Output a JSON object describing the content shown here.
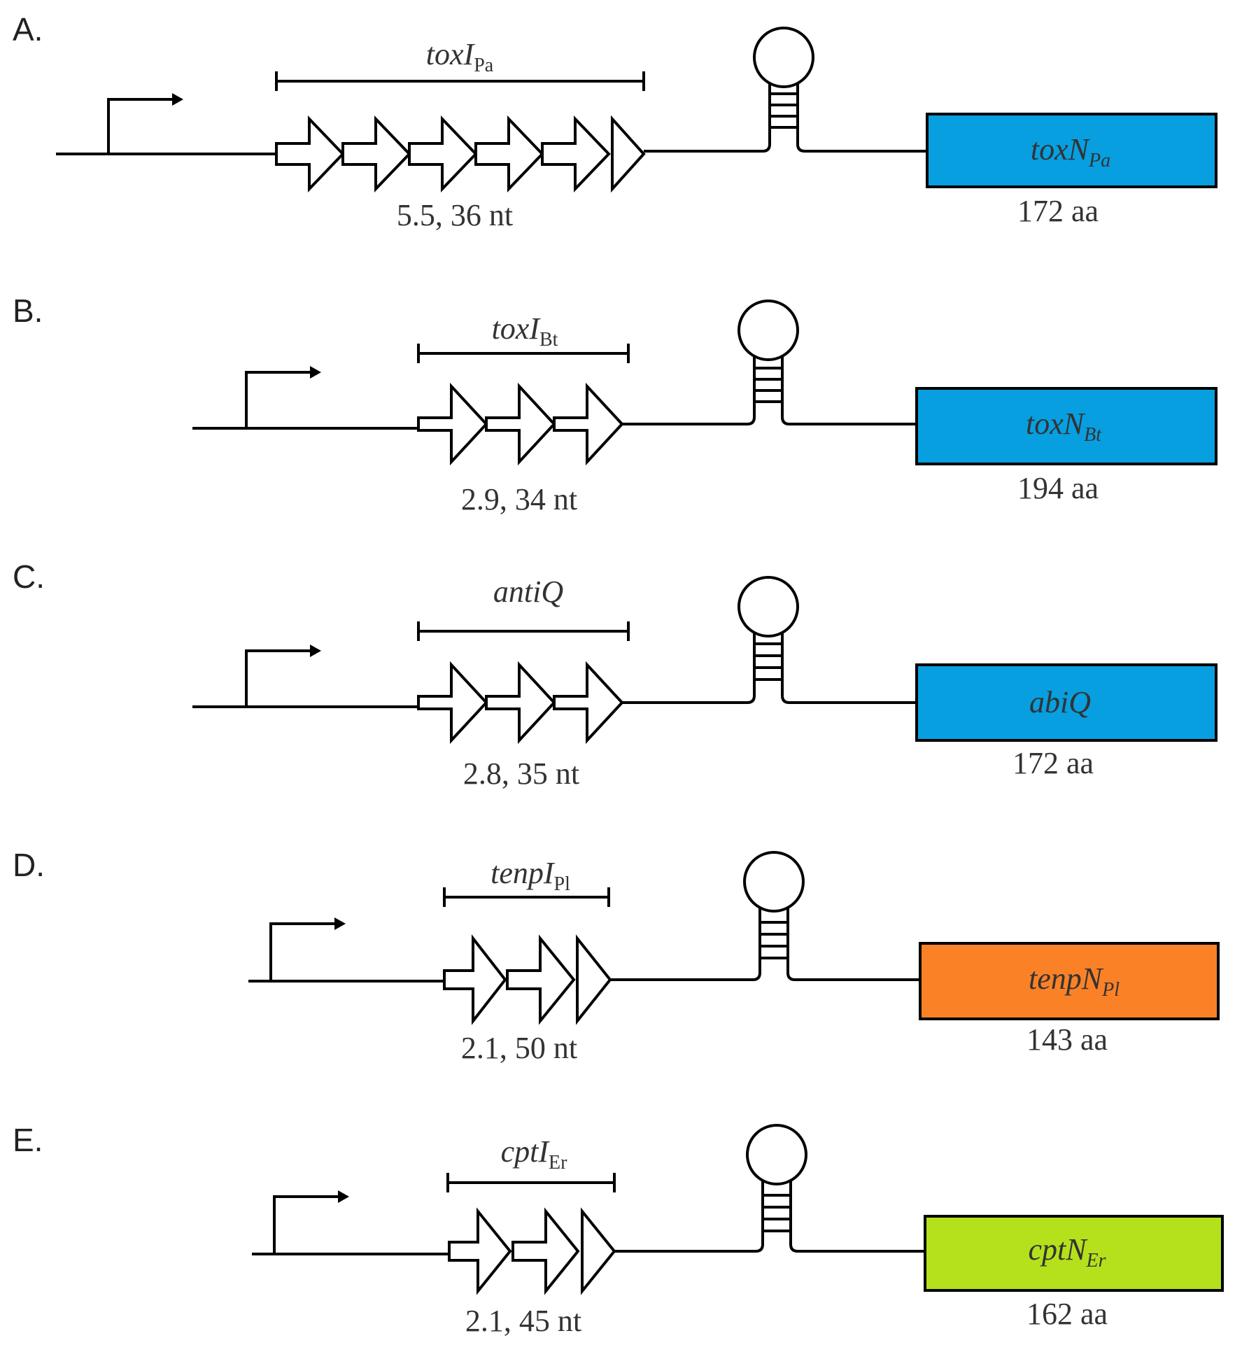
{
  "panels": [
    {
      "label": "A.",
      "antitoxin": {
        "name": "toxI",
        "subscript": "Pa",
        "repeats_caption": "5.5, 36 nt",
        "repeat_count": 5.5
      },
      "toxin": {
        "name": "toxN",
        "subscript": "Pa",
        "length": "172 aa",
        "color": "#079fe0"
      }
    },
    {
      "label": "B.",
      "antitoxin": {
        "name": "toxI",
        "subscript": "Bt",
        "repeats_caption": "2.9, 34 nt",
        "repeat_count": 2.9
      },
      "toxin": {
        "name": "toxN",
        "subscript": "Bt",
        "length": "194 aa",
        "color": "#079fe0"
      }
    },
    {
      "label": "C.",
      "antitoxin": {
        "name": "antiQ",
        "subscript": "",
        "repeats_caption": "2.8, 35 nt",
        "repeat_count": 2.8
      },
      "toxin": {
        "name": "abiQ",
        "subscript": "",
        "length": "172 aa",
        "color": "#079fe0"
      }
    },
    {
      "label": "D.",
      "antitoxin": {
        "name": "tenpI",
        "subscript": "Pl",
        "repeats_caption": "2.1, 50 nt",
        "repeat_count": 2.1
      },
      "toxin": {
        "name": "tenpN",
        "subscript": "Pl",
        "length": "143 aa",
        "color": "#fb8127"
      }
    },
    {
      "label": "E.",
      "antitoxin": {
        "name": "cptI",
        "subscript": "Er",
        "repeats_caption": "2.1, 45 nt",
        "repeat_count": 2.1
      },
      "toxin": {
        "name": "cptN",
        "subscript": "Er",
        "length": "162 aa",
        "color": "#b4e11b"
      }
    }
  ]
}
